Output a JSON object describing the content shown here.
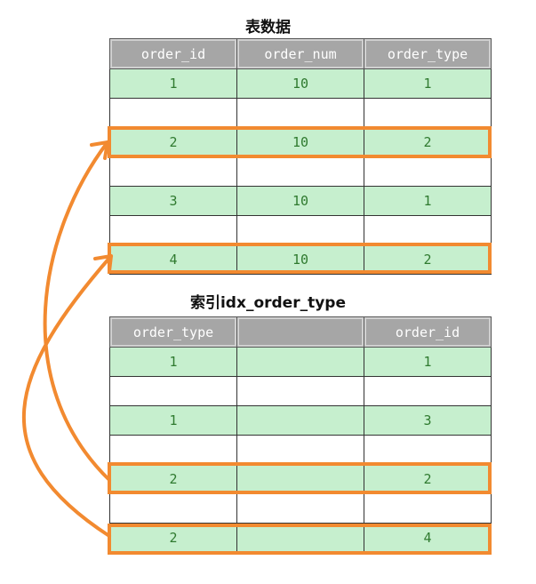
{
  "table1": {
    "title": "表数据",
    "headers": [
      "order_id",
      "order_num",
      "order_type"
    ],
    "rows": [
      [
        "1",
        "10",
        "1"
      ],
      [
        "",
        "",
        ""
      ],
      [
        "2",
        "10",
        "2"
      ],
      [
        "",
        "",
        ""
      ],
      [
        "3",
        "10",
        "1"
      ],
      [
        "",
        "",
        ""
      ],
      [
        "4",
        "10",
        "2"
      ]
    ]
  },
  "table2": {
    "title": "索引idx_order_type",
    "headers": [
      "order_type",
      "",
      "order_id"
    ],
    "rows": [
      [
        "1",
        "",
        "1"
      ],
      [
        "",
        "",
        ""
      ],
      [
        "1",
        "",
        "3"
      ],
      [
        "",
        "",
        ""
      ],
      [
        "2",
        "",
        "2"
      ],
      [
        "",
        "",
        ""
      ],
      [
        "2",
        "",
        "4"
      ]
    ]
  },
  "colors": {
    "highlight": "#f28a30",
    "data_row": "#c6efce",
    "header": "#a6a6a6",
    "cell_text": "#2f7a2f"
  }
}
